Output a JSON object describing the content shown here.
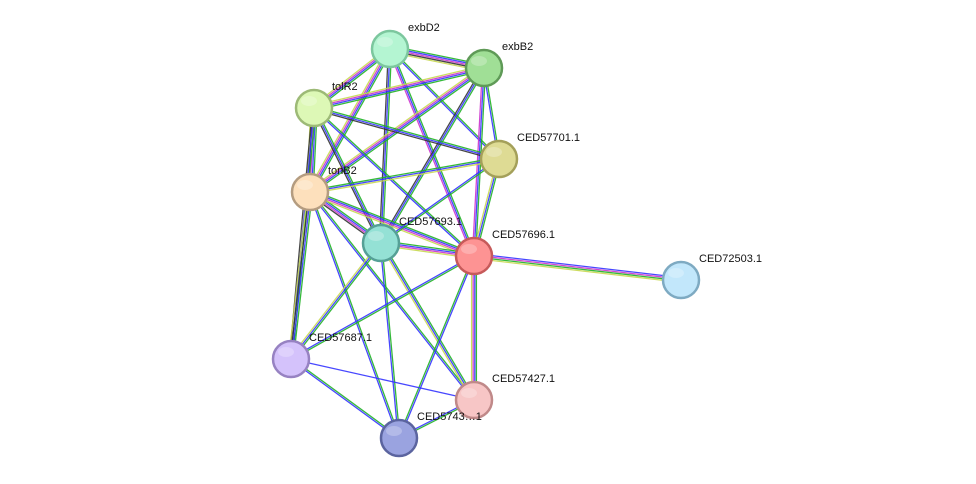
{
  "network": {
    "nodes": [
      {
        "id": "exbD2",
        "label": "exbD2",
        "fill": "#b4f5d2",
        "stroke": "#7cc79e"
      },
      {
        "id": "exbB2",
        "label": "exbB2",
        "fill": "#a0df96",
        "stroke": "#5f9a57"
      },
      {
        "id": "tolR2",
        "label": "tolR2",
        "fill": "#ddf8b6",
        "stroke": "#9dba77"
      },
      {
        "id": "CED57701.1",
        "label": "CED57701.1",
        "fill": "#dedb94",
        "stroke": "#a4a05a"
      },
      {
        "id": "tonB2",
        "label": "tonB2",
        "fill": "#fde0bc",
        "stroke": "#b49c80"
      },
      {
        "id": "CED57693.1",
        "label": "CED57693.1",
        "fill": "#94e1d5",
        "stroke": "#55a096"
      },
      {
        "id": "CED57696.1",
        "label": "CED57696.1",
        "fill": "#fd9393",
        "stroke": "#c65a5a"
      },
      {
        "id": "CED72503.1",
        "label": "CED72503.1",
        "fill": "#c2e7fb",
        "stroke": "#7eaac2"
      },
      {
        "id": "CED57687.1",
        "label": "CED57687.1",
        "fill": "#d4c2fb",
        "stroke": "#9782c2"
      },
      {
        "id": "CED57427.1",
        "label": "CED57427.1",
        "fill": "#f7c6c6",
        "stroke": "#c08989"
      },
      {
        "id": "CED57431.1",
        "label": "CED5743…1",
        "fill": "#9aa3e0",
        "stroke": "#5b649f"
      }
    ],
    "edges": [
      {
        "source": "exbD2",
        "target": "exbB2",
        "colors": [
          "#1fb125",
          "#3333ff",
          "#cc33cc",
          "#333333",
          "#c8d850"
        ]
      },
      {
        "source": "exbD2",
        "target": "tolR2",
        "colors": [
          "#1fb125",
          "#3333ff",
          "#cc33cc",
          "#c8d850"
        ]
      },
      {
        "source": "exbD2",
        "target": "tonB2",
        "colors": [
          "#1fb125",
          "#3333ff",
          "#cc33cc",
          "#c8d850"
        ]
      },
      {
        "source": "exbD2",
        "target": "CED57701.1",
        "colors": [
          "#1fb125",
          "#3333ff"
        ]
      },
      {
        "source": "exbD2",
        "target": "CED57693.1",
        "colors": [
          "#1fb125",
          "#3333ff",
          "#333333"
        ]
      },
      {
        "source": "exbD2",
        "target": "CED57696.1",
        "colors": [
          "#1fb125",
          "#3333ff",
          "#cc33cc"
        ]
      },
      {
        "source": "exbB2",
        "target": "tolR2",
        "colors": [
          "#1fb125",
          "#3333ff",
          "#cc33cc",
          "#c8d850"
        ]
      },
      {
        "source": "exbB2",
        "target": "tonB2",
        "colors": [
          "#1fb125",
          "#3333ff",
          "#cc33cc",
          "#c8d850"
        ]
      },
      {
        "source": "exbB2",
        "target": "CED57701.1",
        "colors": [
          "#1fb125",
          "#3333ff"
        ]
      },
      {
        "source": "exbB2",
        "target": "CED57693.1",
        "colors": [
          "#1fb125",
          "#3333ff",
          "#333333"
        ]
      },
      {
        "source": "exbB2",
        "target": "CED57696.1",
        "colors": [
          "#1fb125",
          "#3333ff",
          "#cc33cc"
        ]
      },
      {
        "source": "tolR2",
        "target": "tonB2",
        "colors": [
          "#1fb125",
          "#3333ff",
          "#cc33cc",
          "#333333",
          "#c8d850"
        ]
      },
      {
        "source": "tolR2",
        "target": "CED57701.1",
        "colors": [
          "#1fb125",
          "#3333ff",
          "#333333"
        ]
      },
      {
        "source": "tolR2",
        "target": "CED57693.1",
        "colors": [
          "#1fb125",
          "#3333ff",
          "#333333"
        ]
      },
      {
        "source": "tolR2",
        "target": "CED57696.1",
        "colors": [
          "#1fb125",
          "#3333ff"
        ]
      },
      {
        "source": "tolR2",
        "target": "CED57687.1",
        "colors": [
          "#1fb125",
          "#3333ff",
          "#333333"
        ]
      },
      {
        "source": "tonB2",
        "target": "CED57701.1",
        "colors": [
          "#1fb125",
          "#3333ff",
          "#c8d850"
        ]
      },
      {
        "source": "tonB2",
        "target": "CED57693.1",
        "colors": [
          "#1fb125",
          "#3333ff",
          "#cc33cc",
          "#333333"
        ]
      },
      {
        "source": "tonB2",
        "target": "CED57696.1",
        "colors": [
          "#1fb125",
          "#3333ff",
          "#cc33cc",
          "#c8d850"
        ]
      },
      {
        "source": "tonB2",
        "target": "CED57687.1",
        "colors": [
          "#1fb125",
          "#3333ff",
          "#333333",
          "#c8d850"
        ]
      },
      {
        "source": "tonB2",
        "target": "CED57427.1",
        "colors": [
          "#1fb125",
          "#3333ff"
        ]
      },
      {
        "source": "tonB2",
        "target": "CED57431.1",
        "colors": [
          "#1fb125",
          "#3333ff"
        ]
      },
      {
        "source": "CED57701.1",
        "target": "CED57693.1",
        "colors": [
          "#1fb125",
          "#3333ff"
        ]
      },
      {
        "source": "CED57701.1",
        "target": "CED57696.1",
        "colors": [
          "#1fb125",
          "#3333ff",
          "#c8d850"
        ]
      },
      {
        "source": "CED57693.1",
        "target": "CED57696.1",
        "colors": [
          "#1fb125",
          "#3333ff",
          "#cc33cc",
          "#c8d850"
        ]
      },
      {
        "source": "CED57693.1",
        "target": "CED57687.1",
        "colors": [
          "#1fb125",
          "#3333ff",
          "#c8d850"
        ]
      },
      {
        "source": "CED57693.1",
        "target": "CED57427.1",
        "colors": [
          "#1fb125",
          "#3333ff",
          "#c8d850"
        ]
      },
      {
        "source": "CED57693.1",
        "target": "CED57431.1",
        "colors": [
          "#1fb125",
          "#3333ff"
        ]
      },
      {
        "source": "CED57696.1",
        "target": "CED72503.1",
        "colors": [
          "#3333ff",
          "#cc33cc",
          "#1fb125",
          "#c8d850"
        ]
      },
      {
        "source": "CED57696.1",
        "target": "CED57687.1",
        "colors": [
          "#1fb125",
          "#3333ff"
        ]
      },
      {
        "source": "CED57696.1",
        "target": "CED57427.1",
        "colors": [
          "#1fb125",
          "#3333ff",
          "#cc33cc",
          "#c8d850"
        ]
      },
      {
        "source": "CED57696.1",
        "target": "CED57431.1",
        "colors": [
          "#3333ff",
          "#1fb125"
        ]
      },
      {
        "source": "CED57687.1",
        "target": "CED57427.1",
        "colors": [
          "#3333ff"
        ]
      },
      {
        "source": "CED57687.1",
        "target": "CED57431.1",
        "colors": [
          "#1fb125",
          "#3333ff"
        ]
      },
      {
        "source": "CED57427.1",
        "target": "CED57431.1",
        "colors": [
          "#1fb125",
          "#3333ff"
        ]
      }
    ]
  }
}
